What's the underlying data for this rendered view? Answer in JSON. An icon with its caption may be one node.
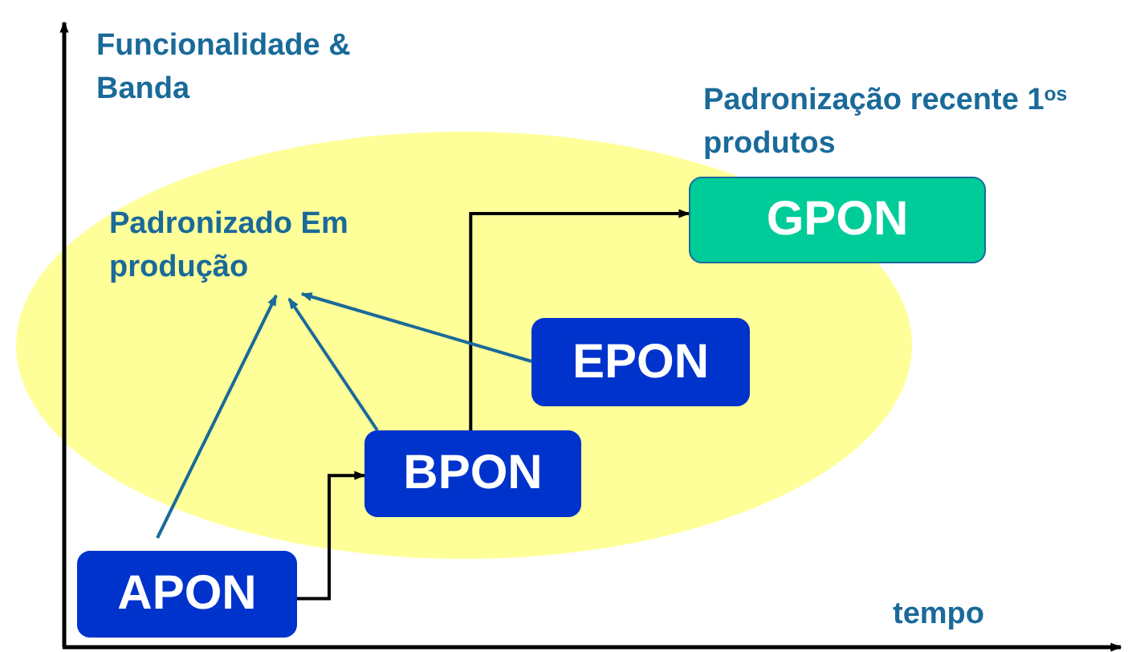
{
  "diagram": {
    "nodes": [
      {
        "text": [
          "Padronizado Em produção"
        ]
      },
      {
        "text": [
          "GPON"
        ]
      },
      {
        "text": [
          "EPON"
        ]
      },
      {
        "text": [
          "BPON"
        ]
      },
      {
        "text": [
          "APON"
        ]
      }
    ],
    "edges": [
      {
        "from": 4,
        "to": 3,
        "arrow": "to",
        "color": "#000000"
      },
      {
        "from": 3,
        "to": 1,
        "arrow": "to",
        "color": "#000000"
      },
      {
        "from": 4,
        "to": 0,
        "arrow": "to"
      },
      {
        "from": 3,
        "to": 0,
        "arrow": "to"
      },
      {
        "from": 2,
        "to": 0,
        "arrow": "to"
      }
    ],
    "labels": [
      "Funcionalidade & Banda",
      "Padronização recente 1$^{os}$ produtos",
      "tempo"
    ]
  }
}
